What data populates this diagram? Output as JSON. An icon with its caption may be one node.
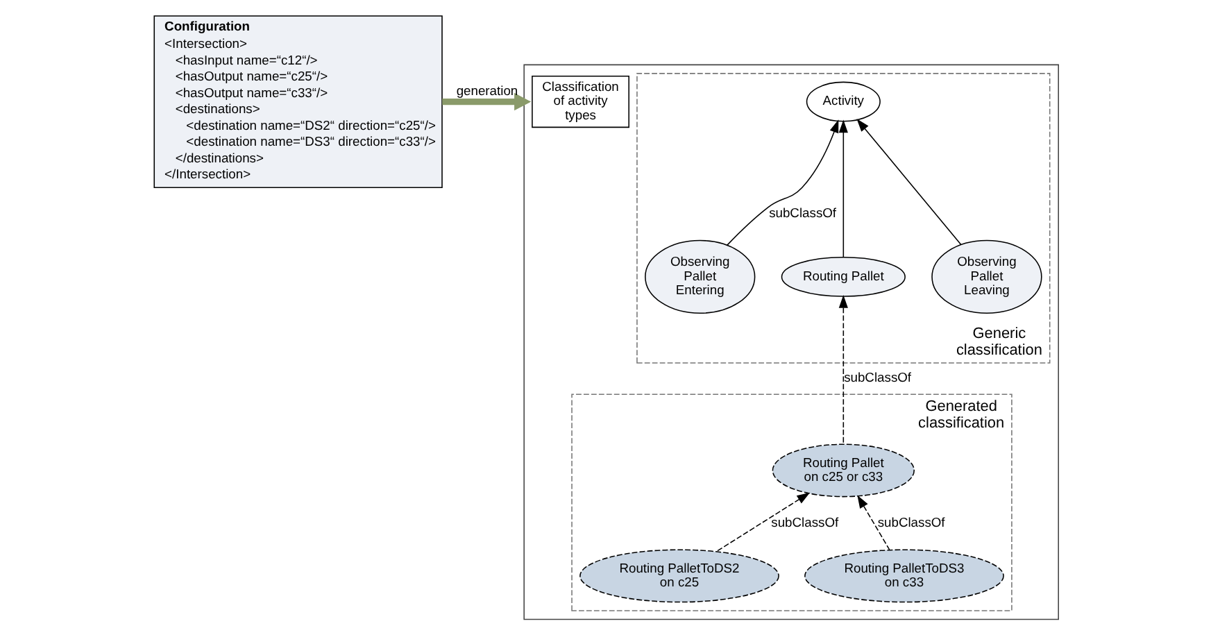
{
  "diagram": {
    "nodes": [
      {
        "text": [
          "Configuration",
          "<Intersection>",
          "<hasInput name=“c12“/>",
          "<hasOutput name=“c25“/>",
          "<hasOutput name=“c33“/>",
          "<destinations>",
          "<destination name=“DS2“ direction=“c25“/>",
          "<destination name=“DS3“ direction=“c33“/>",
          "</destinations>",
          "</Intersection>"
        ]
      },
      {
        "text": [],
        "shape": "box"
      },
      {
        "text": [
          "Classification of activity types"
        ],
        "in": 1
      },
      {
        "text": [
          "Generic classification"
        ],
        "in": 1
      },
      {
        "text": [
          "Activity"
        ],
        "in": 3
      },
      {
        "text": [
          "Observing Pallet Entering"
        ],
        "in": 3
      },
      {
        "text": [
          "Routing Pallet"
        ],
        "in": 3
      },
      {
        "text": [
          "Observing Pallet Leaving"
        ],
        "in": 3
      },
      {
        "text": [
          "Generated classification"
        ],
        "in": 1
      },
      {
        "text": [
          "Routing Pallet on c25 or c33"
        ],
        "in": 8
      },
      {
        "text": [
          "Routing PalletToDS2 on c25"
        ],
        "in": 8
      },
      {
        "text": [
          "Routing PalletToDS3 on c33"
        ],
        "in": 8
      }
    ],
    "edges": [
      {
        "from": 0,
        "to": 1,
        "arrow": "to",
        "label": "generation",
        "style": "thick",
        "color": "#8a9a6a"
      },
      {
        "from": 5,
        "to": 4,
        "arrow": "to",
        "label": "subClassOf"
      },
      {
        "from": 6,
        "to": 4,
        "arrow": "to"
      },
      {
        "from": 7,
        "to": 4,
        "arrow": "to"
      },
      {
        "from": 9,
        "to": 6,
        "arrow": "to",
        "label": "subClassOf",
        "style": "dashed"
      },
      {
        "from": 10,
        "to": 9,
        "arrow": "to",
        "label": "subClassOf",
        "style": "dashed"
      },
      {
        "from": 11,
        "to": 9,
        "arrow": "to",
        "label": "subClassOf",
        "style": "dashed"
      }
    ]
  }
}
